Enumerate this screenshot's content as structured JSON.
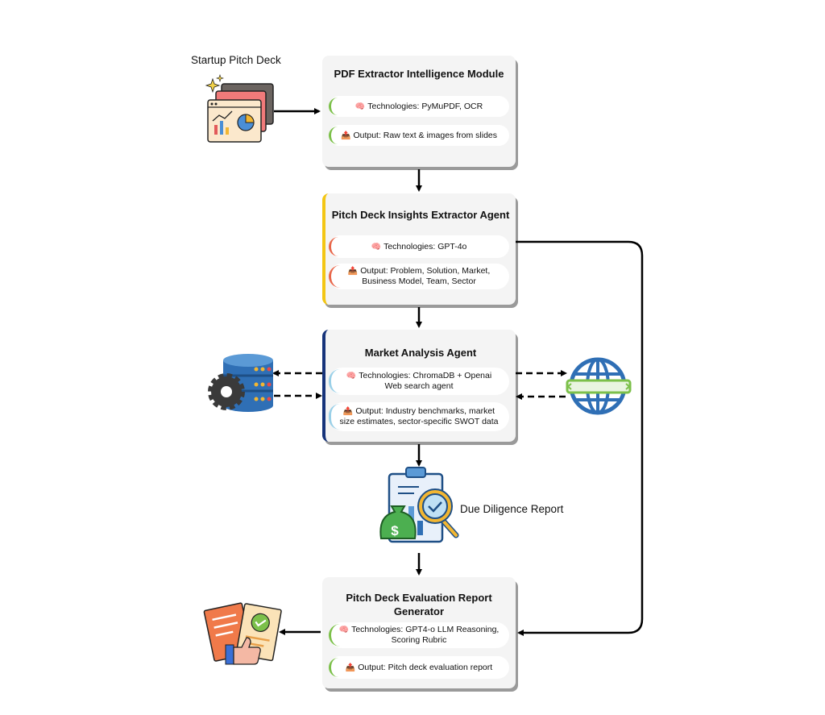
{
  "labels": {
    "startup_pitch_deck": "Startup Pitch Deck",
    "due_diligence_report": "Due Diligence Report"
  },
  "cards": [
    {
      "title": "PDF Extractor Intelligence Module",
      "accent": "#7cc04a",
      "items": [
        {
          "icon": "brain-icon",
          "text": "Technologies: PyMuPDF, OCR"
        },
        {
          "icon": "outbox-icon",
          "text": "Output: Raw text & images from slides"
        }
      ]
    },
    {
      "title": "Pitch Deck Insights Extractor Agent",
      "accent": "#e8664a",
      "left_border": "#f3c614",
      "items": [
        {
          "icon": "brain-icon",
          "text": "Technologies: GPT-4o"
        },
        {
          "icon": "outbox-icon",
          "text": "Output: Problem, Solution, Market, Business Model, Team, Sector"
        }
      ]
    },
    {
      "title": "Market Analysis Agent",
      "accent": "#9ad0e8",
      "left_border": "#16337a",
      "items": [
        {
          "icon": "brain-icon",
          "text": "Technologies: ChromaDB + Openai Web search agent"
        },
        {
          "icon": "outbox-icon",
          "text": "Output: Industry benchmarks, market size estimates, sector-specific SWOT data"
        }
      ]
    },
    {
      "title": "Pitch Deck Evaluation Report Generator",
      "accent": "#7cc04a",
      "items": [
        {
          "icon": "brain-icon",
          "text": "Technologies: GPT4-o LLM Reasoning, Scoring Rubric"
        },
        {
          "icon": "outbox-icon",
          "text": "Output: Pitch deck evaluation report"
        }
      ]
    }
  ],
  "icons": {
    "pitch_deck": "presentation-slides-icon",
    "database": "database-gear-icon",
    "globe": "web-globe-icon",
    "report": "due-diligence-report-icon",
    "result": "evaluation-report-thumbs-up-icon"
  },
  "colors": {
    "arrow": "#000000",
    "card_bg": "#f4f4f4",
    "card_shadow": "#9a9a9a"
  }
}
